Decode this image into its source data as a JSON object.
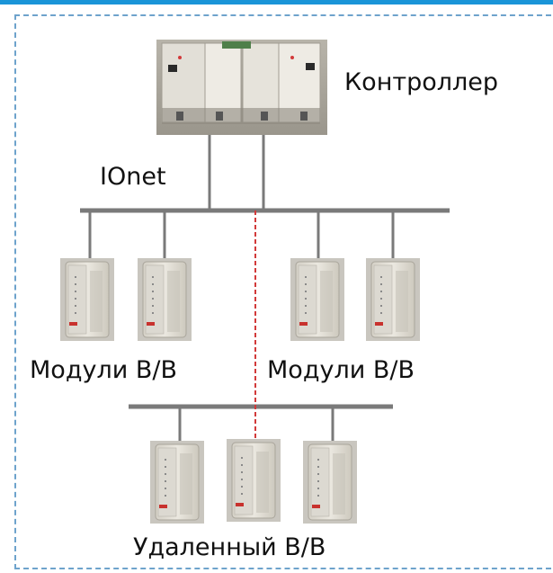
{
  "labels": {
    "controller": "Контроллер",
    "network": "IOnet",
    "modules_left": "Модули В/В",
    "modules_right": "Модули В/В",
    "remote_io": "Удаленный В/В"
  },
  "colors": {
    "frame_border": "#6ea3cc",
    "top_accent": "#1a95d8",
    "bus_line": "#7a7a7a",
    "remote_link": "#d23a3a"
  }
}
